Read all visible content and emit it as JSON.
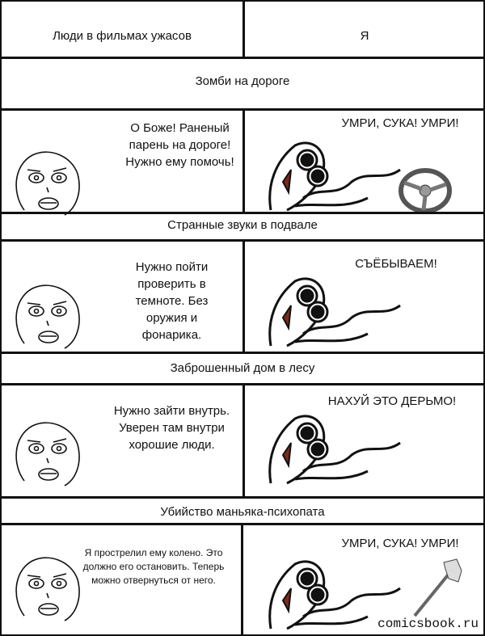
{
  "header": {
    "left": "Люди в фильмах ужасов",
    "right": "Я"
  },
  "scenes": [
    {
      "title": "Зомби на дороге",
      "people": "О Боже! Раненый парень на дороге! Нужно ему помочь!",
      "me": "УМРИ, СУКА! УМРИ!",
      "prop": "steering-wheel"
    },
    {
      "title": "Странные звуки в подвале",
      "people": "Нужно пойти проверить в темноте. Без оружия и фонарика.",
      "me": "СЪЁБЫВАЕМ!",
      "prop": "none"
    },
    {
      "title": "Заброшенный дом в лесу",
      "people": "Нужно зайти внутрь. Уверен там внутри хорошие люди.",
      "me": "НАХУЙ ЭТО ДЕРЬМО!",
      "prop": "none"
    },
    {
      "title": "Убийство маньяка-психопата",
      "people": "Я прострелил ему колено. Это должно его остановить. Теперь можно отвернуться от него.",
      "me": "УМРИ, СУКА! УМРИ!",
      "prop": "axe"
    }
  ],
  "watermark": "comicsbook.ru"
}
